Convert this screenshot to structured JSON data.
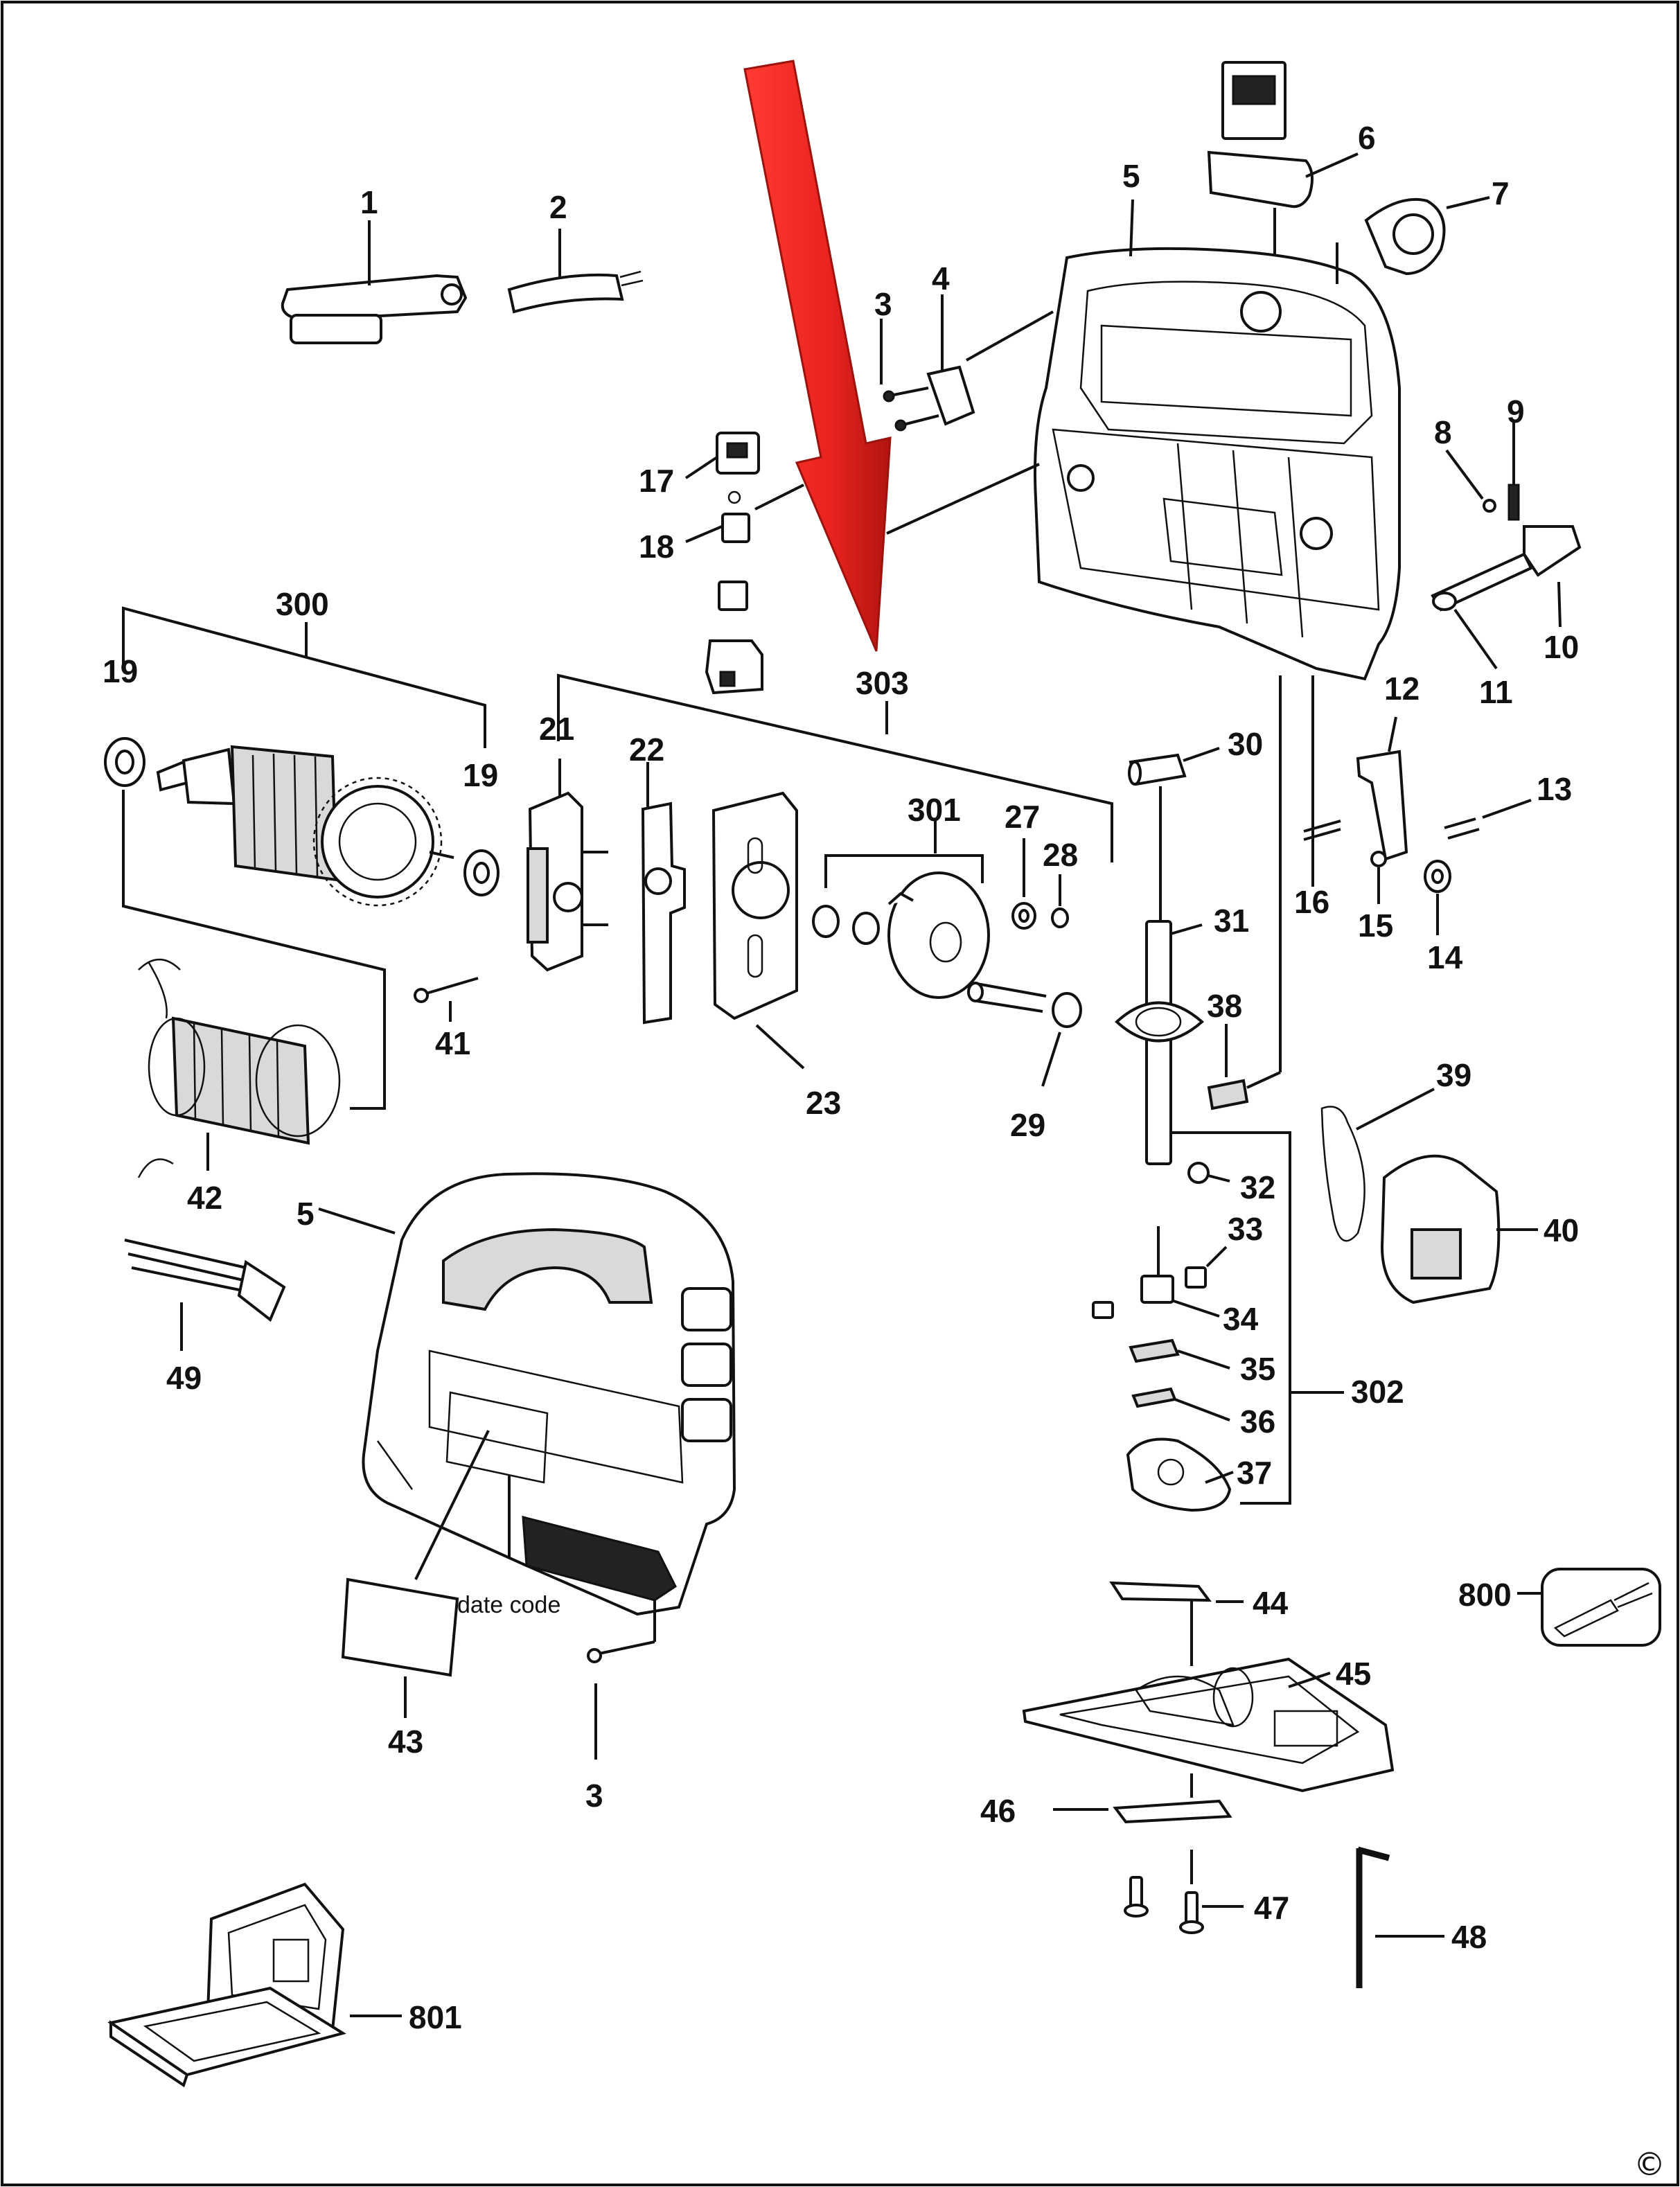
{
  "diagram": {
    "part_labels": {
      "p1": "1",
      "p2": "2",
      "p3a": "3",
      "p3b": "3",
      "p4": "4",
      "p5a": "5",
      "p5b": "5",
      "p6": "6",
      "p7": "7",
      "p8": "8",
      "p9": "9",
      "p10": "10",
      "p11": "11",
      "p12": "12",
      "p13": "13",
      "p14": "14",
      "p15": "15",
      "p16": "16",
      "p17": "17",
      "p18": "18",
      "p19a": "19",
      "p19b": "19",
      "p21": "21",
      "p22": "22",
      "p23": "23",
      "p27": "27",
      "p28": "28",
      "p29": "29",
      "p30": "30",
      "p31": "31",
      "p32": "32",
      "p33": "33",
      "p34": "34",
      "p35": "35",
      "p36": "36",
      "p37": "37",
      "p38": "38",
      "p39": "39",
      "p40": "40",
      "p41": "41",
      "p42": "42",
      "p43": "43",
      "p44": "44",
      "p45": "45",
      "p46": "46",
      "p47": "47",
      "p48": "48",
      "p49": "49",
      "p300": "300",
      "p301": "301",
      "p302": "302",
      "p303": "303",
      "p800": "800",
      "p801": "801"
    },
    "date_code_label": "date code",
    "copyright_symbol": "©",
    "highlight_arrow_color": "#e8221e",
    "line_color": "#111111"
  }
}
